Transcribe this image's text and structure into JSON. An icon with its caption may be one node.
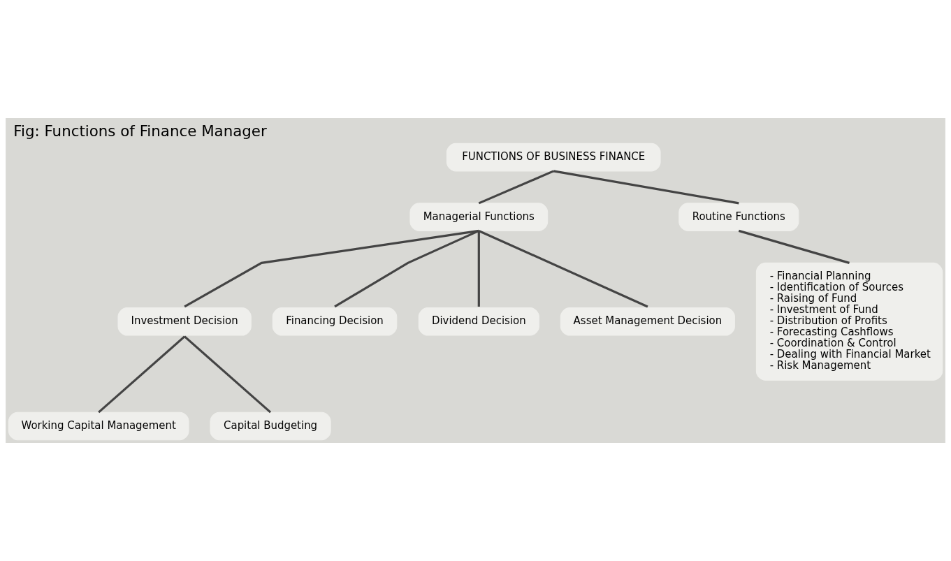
{
  "diagram": {
    "title": "Fig: Functions of Finance Manager",
    "nodes": [
      {
        "text": [
          "FUNCTIONS OF BUSINESS FINANCE"
        ]
      },
      {
        "text": [
          "Managerial Functions"
        ]
      },
      {
        "text": [
          "Routine Functions"
        ]
      },
      {
        "text": [
          "Investment Decision"
        ]
      },
      {
        "text": [
          "Financing Decision"
        ]
      },
      {
        "text": [
          "Dividend Decision"
        ]
      },
      {
        "text": [
          "Asset Management Decision"
        ]
      },
      {
        "text": [
          "Working Capital Management"
        ]
      },
      {
        "text": [
          "Capital Budgeting"
        ]
      },
      {
        "text": [
          "- Financial Planning",
          "- Identification of Sources",
          "- Raising of Fund",
          "- Investment of Fund",
          "- Distribution of Profits",
          "- Forecasting Cashflows",
          "- Coordination & Control",
          "- Dealing with Financial Market",
          "- Risk Management"
        ]
      }
    ],
    "edges": [
      {
        "from": 0,
        "to": 1,
        "arrow": "none"
      },
      {
        "from": 0,
        "to": 2,
        "arrow": "none"
      },
      {
        "from": 1,
        "to": 3,
        "arrow": "none"
      },
      {
        "from": 1,
        "to": 4,
        "arrow": "none"
      },
      {
        "from": 1,
        "to": 5,
        "arrow": "none"
      },
      {
        "from": 1,
        "to": 6,
        "arrow": "none"
      },
      {
        "from": 3,
        "to": 7,
        "arrow": "none"
      },
      {
        "from": 3,
        "to": 8,
        "arrow": "none"
      },
      {
        "from": 2,
        "to": 9,
        "arrow": "none"
      }
    ]
  }
}
